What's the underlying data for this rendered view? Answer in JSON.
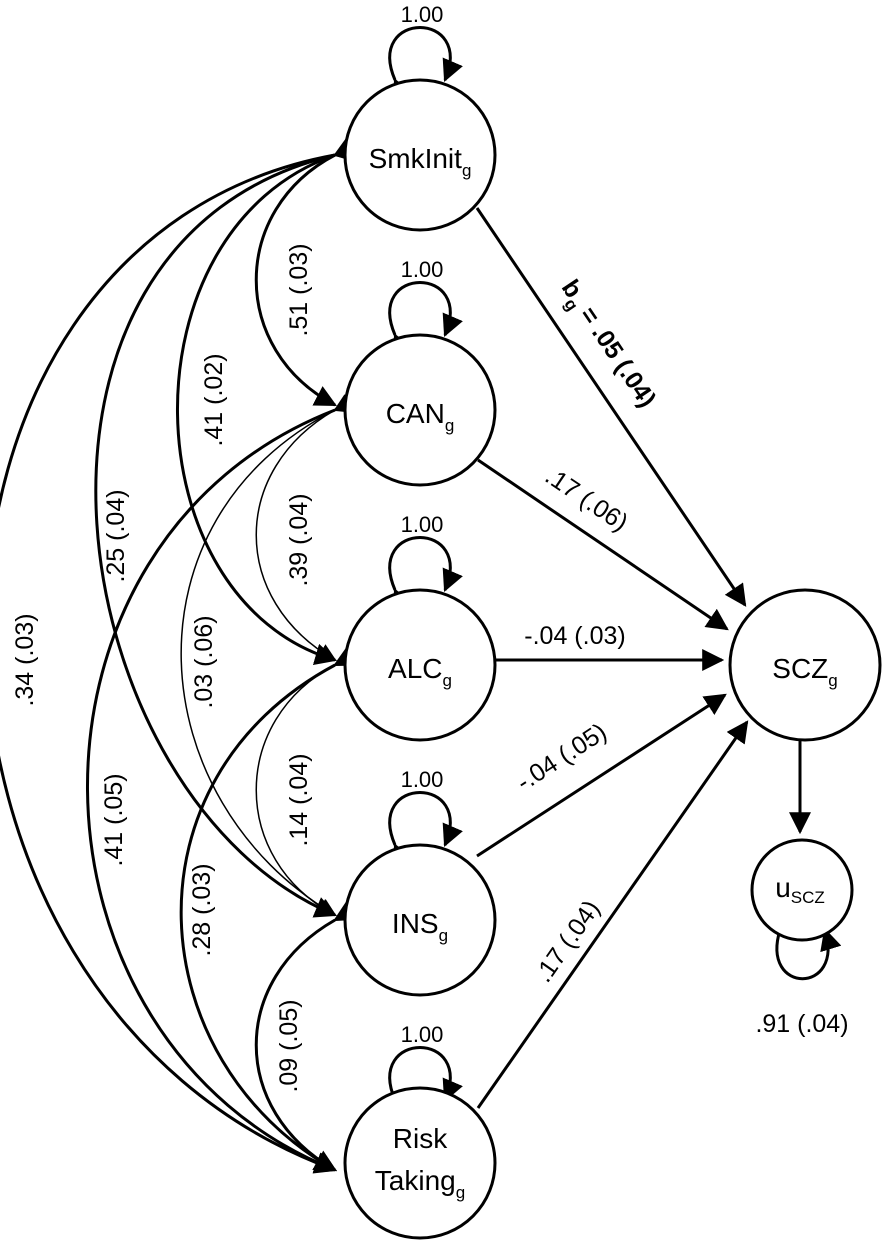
{
  "nodes": {
    "smkinit": {
      "main": "SmkInit",
      "sub": "g"
    },
    "can": {
      "main": "CAN",
      "sub": "g"
    },
    "alc": {
      "main": "ALC",
      "sub": "g"
    },
    "ins": {
      "main": "INS",
      "sub": "g"
    },
    "risk": {
      "line1": "Risk",
      "main": "Taking",
      "sub": "g"
    },
    "scz": {
      "main": "SCZ",
      "sub": "g"
    },
    "uscz": {
      "main": "u",
      "sub": "SCZ"
    }
  },
  "variances": {
    "smkinit": "1.00",
    "can": "1.00",
    "alc": "1.00",
    "ins": "1.00",
    "risk": "1.00",
    "uscz": ".91 (.04)"
  },
  "paths": {
    "smkinit_scz": {
      "main": "b",
      "sub": "g",
      "rest": " = .05 (.04)"
    },
    "can_scz": ".17 (.06)",
    "alc_scz": "-.04 (.03)",
    "ins_scz": "-.04 (.05)",
    "risk_scz": ".17 (.04)"
  },
  "covariances": {
    "smkinit_can": ".51 (.03)",
    "smkinit_alc": ".41 (.02)",
    "smkinit_ins": ".25 (.04)",
    "smkinit_risk": ".34 (.03)",
    "can_alc": ".39 (.04)",
    "can_ins": ".03 (.06)",
    "can_risk": ".41 (.05)",
    "alc_ins": ".14 (.04)",
    "alc_risk": ".28 (.03)",
    "ins_risk": ".09 (.05)"
  }
}
